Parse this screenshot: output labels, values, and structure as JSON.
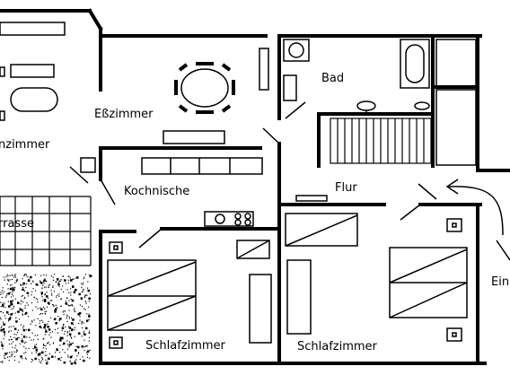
{
  "rooms": {
    "wohnzimmer": "nzimmer",
    "esszimmer": "Eßzimmer",
    "bad": "Bad",
    "kochnische": "Kochnische",
    "flur": "Flur",
    "terrasse": "rrasse",
    "schlafzimmer_left": "Schlafzimmer",
    "schlafzimmer_right": "Schlafzimmer",
    "eingang": "Ein"
  }
}
